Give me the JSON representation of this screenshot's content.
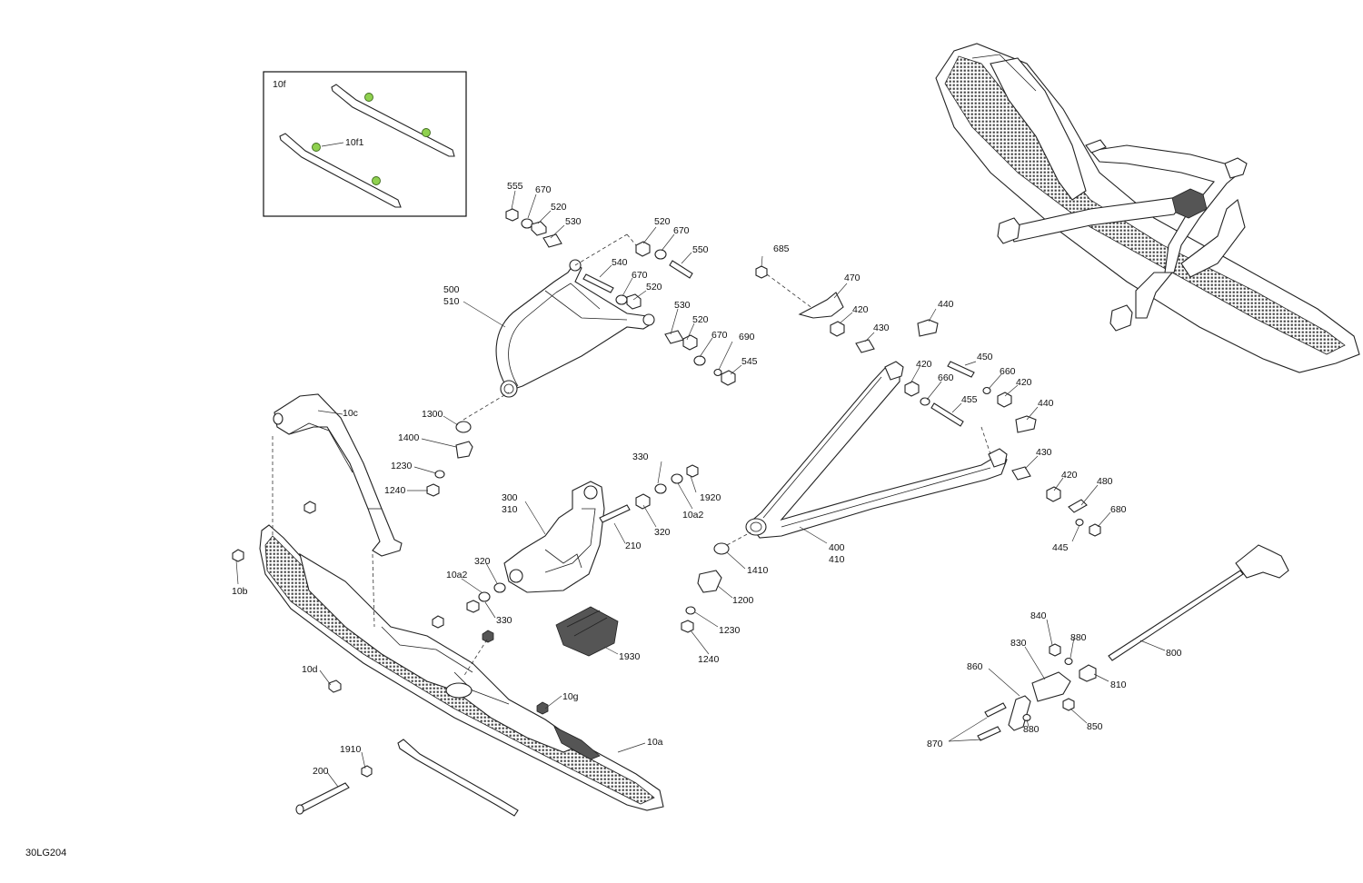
{
  "drawing_number": "30LG204",
  "inset": {
    "label": "10f",
    "callout": "10f1"
  },
  "labels": {
    "l555": "555",
    "l670a": "670",
    "l520a": "520",
    "l530a": "530",
    "l520b": "520",
    "l670b": "670",
    "l550": "550",
    "l540": "540",
    "l670c": "670",
    "l520c": "520",
    "l530b": "530",
    "l520d": "520",
    "l670d": "670",
    "l690": "690",
    "l545": "545",
    "l500": "500",
    "l510": "510",
    "l1300": "1300",
    "l1400": "1400",
    "l1230a": "1230",
    "l1240a": "1240",
    "l10c": "10c",
    "l10b": "10b",
    "l10d": "10d",
    "l1910": "1910",
    "l200": "200",
    "l10a": "10a",
    "l10g": "10g",
    "l300": "300",
    "l310": "310",
    "l330a": "330",
    "l1920": "1920",
    "l320a": "320",
    "l10a2a": "10a2",
    "l210": "210",
    "l320b": "320",
    "l10a2b": "10a2",
    "l330b": "330",
    "l1930": "1930",
    "l685": "685",
    "l470": "470",
    "l420a": "420",
    "l430a": "430",
    "l440a": "440",
    "l420b": "420",
    "l450": "450",
    "l660a": "660",
    "l660b": "660",
    "l420c": "420",
    "l455": "455",
    "l440b": "440",
    "l430b": "430",
    "l420d": "420",
    "l480": "480",
    "l680": "680",
    "l445": "445",
    "l400": "400",
    "l410": "410",
    "l1410": "1410",
    "l1200": "1200",
    "l1230b": "1230",
    "l1240b": "1240",
    "l800": "800",
    "l840": "840",
    "l830": "830",
    "l880a": "880",
    "l860": "860",
    "l810": "810",
    "l880b": "880",
    "l850": "850",
    "l870": "870"
  }
}
